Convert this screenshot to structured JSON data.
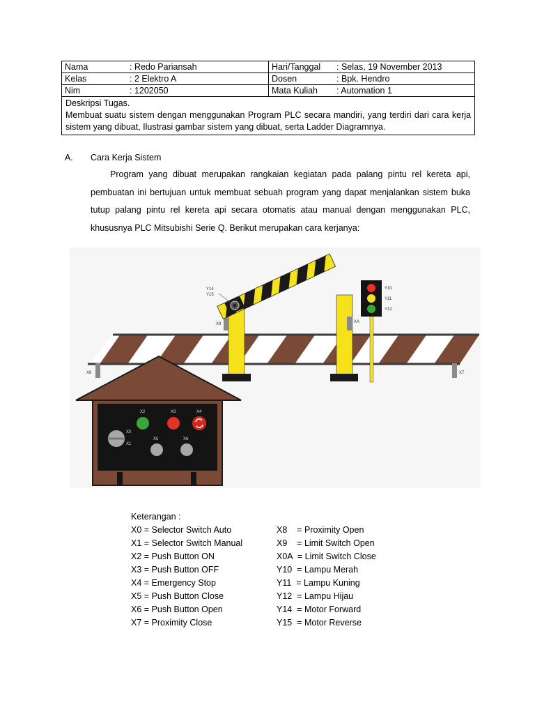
{
  "info_table": {
    "nama_label": "Nama",
    "nama_value": ": Redo Pariansah",
    "hari_label": "Hari/Tanggal",
    "hari_value": ": Selas, 19 November 2013",
    "kelas_label": "Kelas",
    "kelas_value": ": 2 Elektro A",
    "dosen_label": "Dosen",
    "dosen_value": ": Bpk. Hendro",
    "nim_label": "Nim",
    "nim_value": ": 1202050",
    "matkul_label": "Mata Kuliah",
    "matkul_value": ": Automation 1",
    "desc_title": "Deskripsi Tugas.",
    "desc_text": "Membuat suatu sistem dengan menggunakan Program PLC secara mandiri, yang terdiri dari cara kerja sistem yang dibuat, Ilustrasi gambar sistem yang dibuat, serta Ladder Diagramnya."
  },
  "section": {
    "letter": "A.",
    "title": "Cara Kerja Sistem",
    "paragraph": "Program yang dibuat merupakan rangkaian kegiatan pada palang pintu rel kereta api, pembuatan ini bertujuan untuk membuat sebuah program yang dapat menjalankan sistem buka tutup palang pintu rel kereta api secara otomatis atau manual dengan menggunakan PLC, khususnya PLC Mitsubishi Serie Q. Berikut merupakan cara kerjanya:"
  },
  "diagram": {
    "labels": {
      "y14": "Y14",
      "y15": "Y15",
      "x9": "X9",
      "xa": "XA",
      "y10": "Y10",
      "y11": "Y11",
      "y12": "Y12",
      "x8": "X8",
      "x7": "X7",
      "x2": "X2",
      "x3": "X3",
      "x4": "X4",
      "x0": "X0",
      "x1": "X1",
      "x5": "X5",
      "x6": "X6"
    },
    "colors": {
      "barrier_yellow": "#f5e21a",
      "stripe_brown": "#7b4a36",
      "roof_brown": "#7b4a36",
      "panel_black": "#141414",
      "light_red": "#e53225",
      "light_yellow": "#f1e224",
      "light_green": "#3aa63a",
      "button_gray": "#a8a8a8"
    }
  },
  "keterangan": {
    "title": "Keterangan :",
    "left": [
      "X0 = Selector Switch Auto",
      "X1 = Selector Switch Manual",
      "X2 = Push Button ON",
      "X3 = Push Button OFF",
      "X4 = Emergency Stop",
      "X5 = Push Button Close",
      "X6 = Push Button Open",
      "X7 = Proximity Close"
    ],
    "right": [
      "X8    = Proximity Open",
      "X9    = Limit Switch Open",
      "X0A  = Limit Switch Close",
      "Y10  = Lampu Merah",
      "Y11  = Lampu Kuning",
      "Y12  = Lampu Hijau",
      "Y14  = Motor Forward",
      "Y15  = Motor Reverse"
    ]
  }
}
